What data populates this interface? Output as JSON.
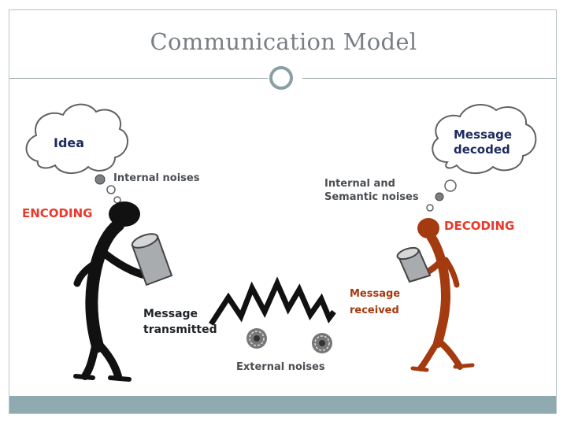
{
  "slide": {
    "title": "Communication Model"
  },
  "diagram": {
    "idea": "Idea",
    "internal_noises": "Internal noises",
    "encoding": "ENCODING",
    "message_transmitted_1": "Message",
    "message_transmitted_2": "transmitted",
    "external_noises": "External noises",
    "message_received_1": "Message",
    "message_received_2": "received",
    "decoding": "DECODING",
    "internal_semantic_1": "Internal and",
    "internal_semantic_2": "Semantic noises",
    "message_decoded_1": "Message",
    "message_decoded_2": "decoded"
  },
  "colors": {
    "accent": "#8faab1",
    "encoding_red": "#e8392c",
    "receiver_brown": "#a33a10",
    "label_navy": "#1e2a5e"
  }
}
